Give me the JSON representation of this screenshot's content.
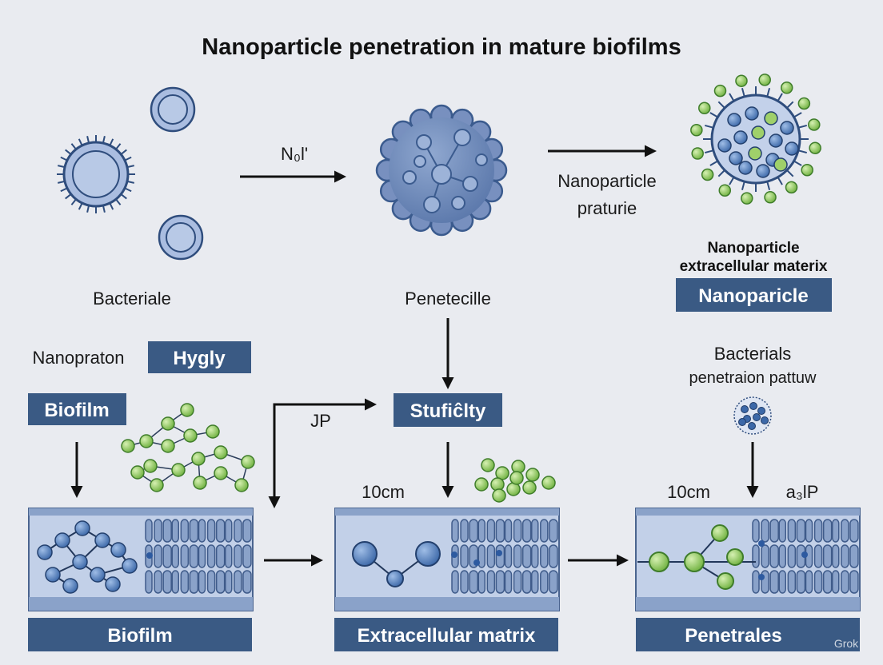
{
  "title": "Nanoparticle penetration in mature biofilms",
  "top_row": {
    "left_label": "Bacteriale",
    "arrow1_label": "N₀l'",
    "center_label": "Penetecille",
    "arrow2_label_line1": "Nanoparticle",
    "arrow2_label_line2": "praturie",
    "right_caption_line1": "Nanoparticle",
    "right_caption_line2": "extracellular materix",
    "right_box": "Nanoparicle"
  },
  "middle_row": {
    "left_text": "Nanopraton",
    "left_box": "Hygly",
    "biofilm_box": "Biofilm",
    "jp_label": "JP",
    "center_box": "Stufiĉlty",
    "right_text_line1": "Bacterials",
    "right_text_line2": "penetraion pattuw"
  },
  "bottom_row": {
    "panel2_scale": "10cm",
    "panel3_scale": "10cm",
    "panel3_label": "a₃lP",
    "panel1_box": "Biofilm",
    "panel2_box": "Extracellular matrix",
    "panel3_box": "Penetrales"
  },
  "watermark": "Grok",
  "colors": {
    "background": "#e9ebf0",
    "label_box": "#3a5a84",
    "cell_fill": "#a9bddf",
    "cell_stroke": "#2f4d7d",
    "particle_blue": "#4d79b9",
    "particle_green": "#9fd06a",
    "panel_fill": "#c2d0e8",
    "matrix_fill": "#8aa2c9"
  }
}
